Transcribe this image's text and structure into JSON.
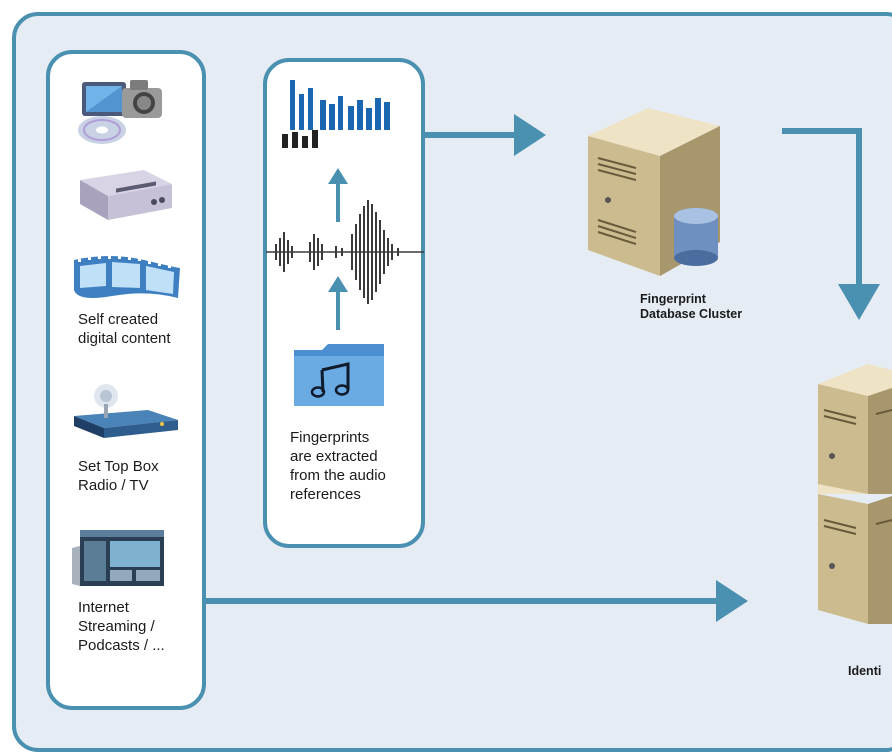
{
  "sources": [
    {
      "icon": "multimedia-devices-icon",
      "label": ""
    },
    {
      "icon": "cd-player-icon",
      "label": ""
    },
    {
      "icon": "film-strip-icon",
      "label": "Self created\ndigital content"
    },
    {
      "icon": "set-top-box-icon",
      "label": "Set Top Box\nRadio / TV"
    },
    {
      "icon": "web-page-icon",
      "label": "Internet\nStreaming /\nPodcasts / ..."
    }
  ],
  "fingerprint_panel": {
    "caption": "Fingerprints\nare extracted\nfrom the audio\nreferences"
  },
  "database": {
    "label": "Fingerprint\nDatabase Cluster"
  },
  "identification": {
    "label": "Identi"
  },
  "colors": {
    "accent": "#4a90b0",
    "background": "#e5ecf4"
  }
}
